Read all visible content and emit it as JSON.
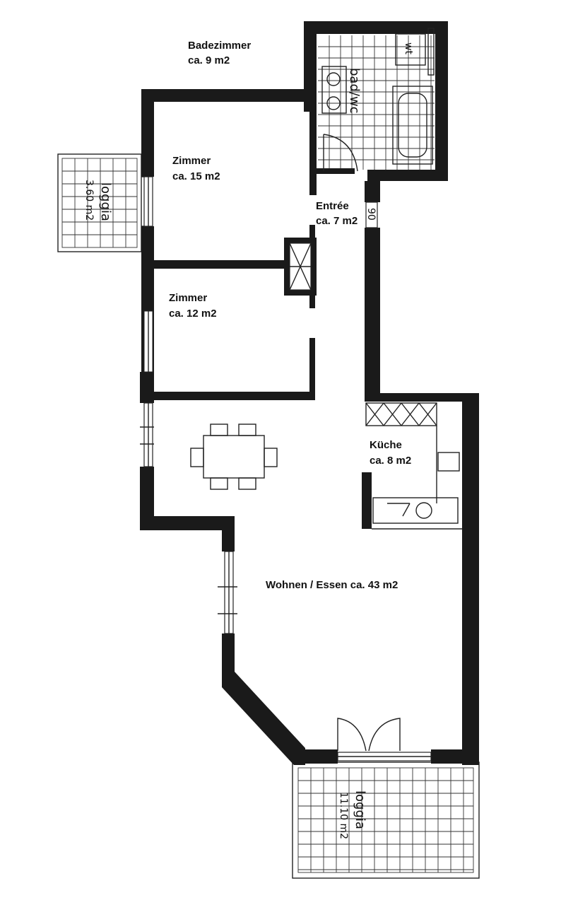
{
  "rooms": {
    "bathroom": {
      "name": "Badezimmer",
      "area": "ca. 9 m2",
      "fixture_label": "bad/wc",
      "wc_label": "wt"
    },
    "room1": {
      "name": "Zimmer",
      "area": "ca. 15 m2"
    },
    "room2": {
      "name": "Zimmer",
      "area": "ca. 12 m2"
    },
    "entry": {
      "name": "Entrée",
      "area": "ca. 7 m2",
      "door_width": "90"
    },
    "kitchen": {
      "name": "Küche",
      "area": "ca. 8 m2"
    },
    "living": {
      "name": "Wohnen / Essen ca. 43 m2"
    },
    "loggia_small": {
      "name": "loggia",
      "area": "3.60 m2"
    },
    "loggia_large": {
      "name": "loggia",
      "area": "11.10 m2"
    }
  }
}
